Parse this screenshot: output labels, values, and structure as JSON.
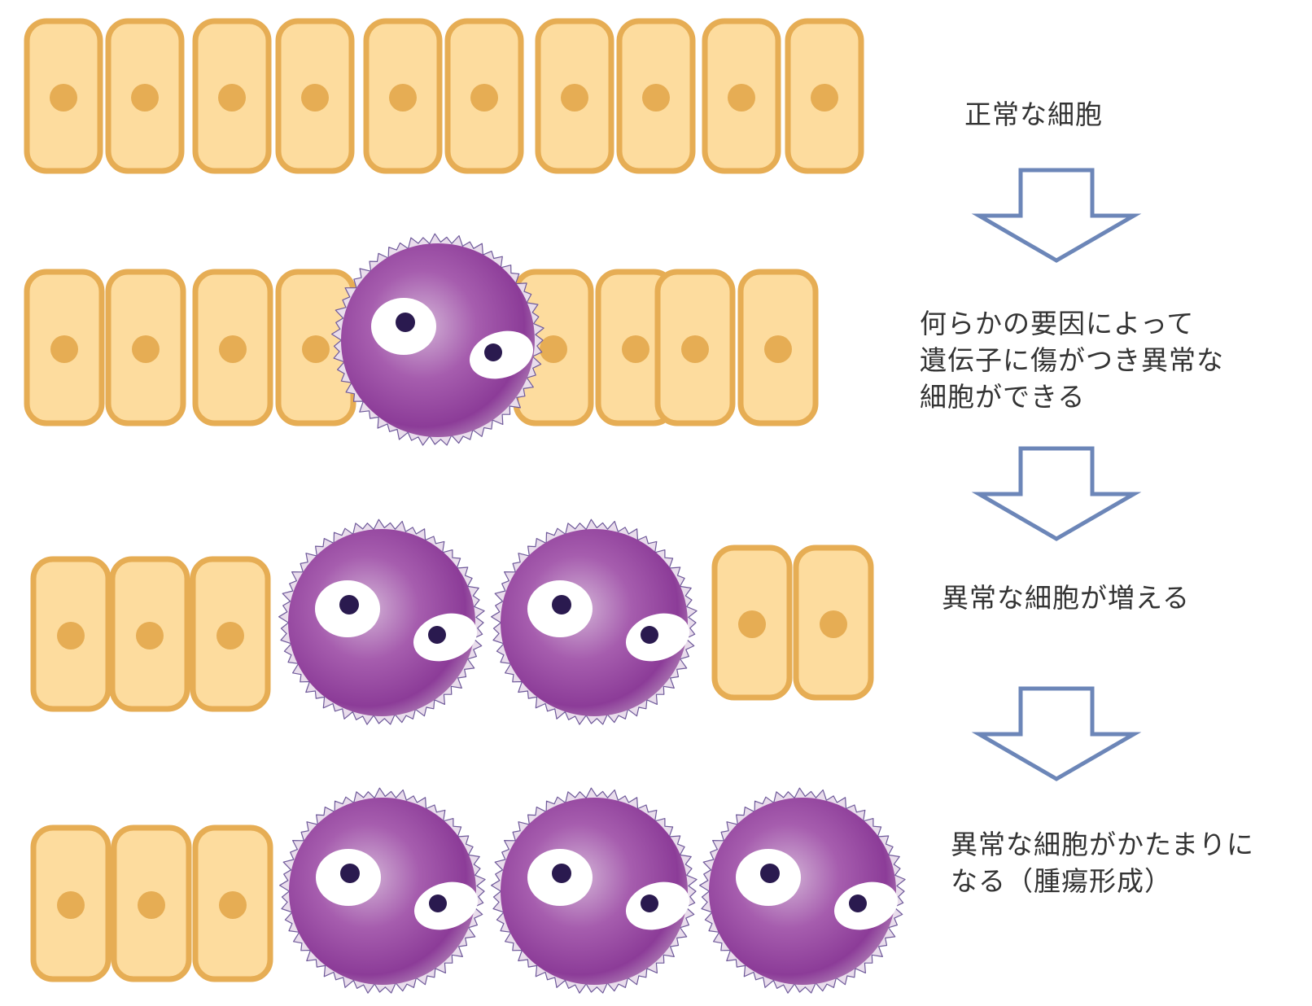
{
  "colors": {
    "cell_fill": "#FDDC9E",
    "cell_border": "#E6AD54",
    "nucleus": "#E6AD54",
    "abnormal_core": "#C39AC8",
    "abnormal_mid": "#A056A8",
    "abnormal_edge": "#8A3A96",
    "eye_white": "#FFFFFF",
    "pupil": "#2A1A4F",
    "arrow_stroke": "#6C86B8",
    "text": "#333333"
  },
  "stages": [
    {
      "id": "normal",
      "caption_lines": [
        "正常な細胞"
      ],
      "normal_cells": 10,
      "abnormal_cells": 0
    },
    {
      "id": "damage",
      "caption_lines": [
        "何らかの要因によって",
        "遺伝子に傷がつき異常な",
        "細胞ができる"
      ],
      "normal_cells": 8,
      "abnormal_cells": 1
    },
    {
      "id": "increase",
      "caption_lines": [
        "異常な細胞が増える"
      ],
      "normal_cells": 5,
      "abnormal_cells": 2
    },
    {
      "id": "tumor",
      "caption_lines": [
        "異常な細胞がかたまりに",
        "なる（腫瘍形成）"
      ],
      "normal_cells": 3,
      "abnormal_cells": 3
    }
  ],
  "arrows": [
    "down-arrow",
    "down-arrow",
    "down-arrow"
  ]
}
